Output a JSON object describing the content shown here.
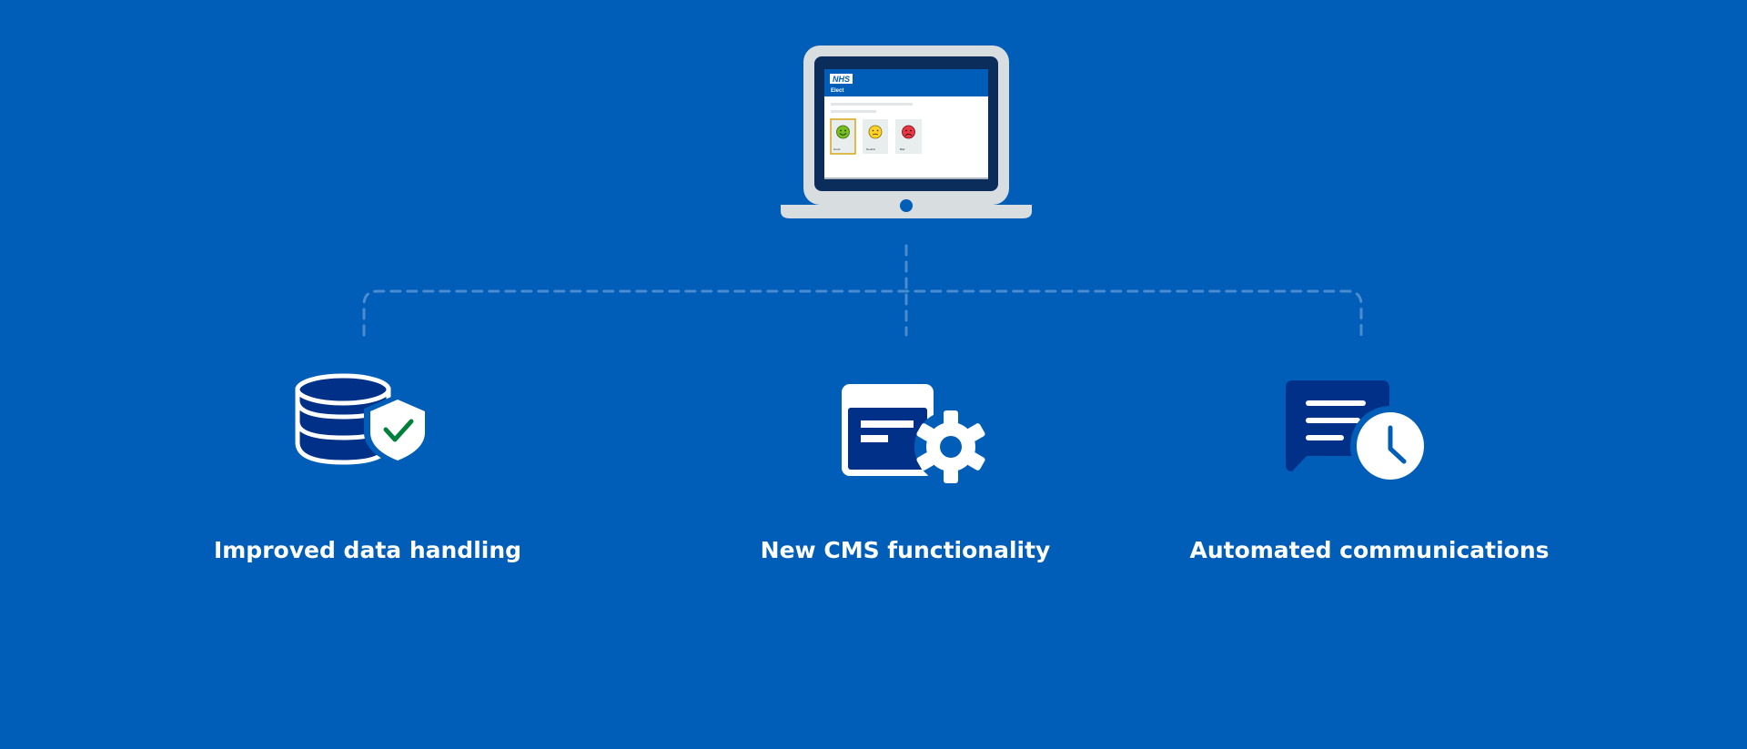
{
  "colors": {
    "background": "#005EB8",
    "dark_blue": "#003087",
    "navy": "#0a2d5c",
    "white": "#ffffff",
    "light_grey": "#d8dde0",
    "connector": "#4b8cd0",
    "check_green": "#007f3b",
    "face_green": "#78be20",
    "face_yellow": "#ffd42a",
    "face_red": "#e63946",
    "highlight_gold": "#d9a516"
  },
  "device": {
    "icon": "laptop-icon",
    "screen": {
      "brand": "NHS",
      "app_name": "Elect",
      "options": [
        {
          "icon": "happy-face-icon",
          "label": "Good",
          "selected": true
        },
        {
          "icon": "neutral-face-icon",
          "label": "Neutral",
          "selected": false
        },
        {
          "icon": "sad-face-icon",
          "label": "Bad",
          "selected": false
        }
      ]
    }
  },
  "features": [
    {
      "icon": "database-shield-icon",
      "label": "Improved data handling"
    },
    {
      "icon": "cms-settings-icon",
      "label": "New CMS functionality"
    },
    {
      "icon": "chat-clock-icon",
      "label": "Automated communications"
    }
  ]
}
